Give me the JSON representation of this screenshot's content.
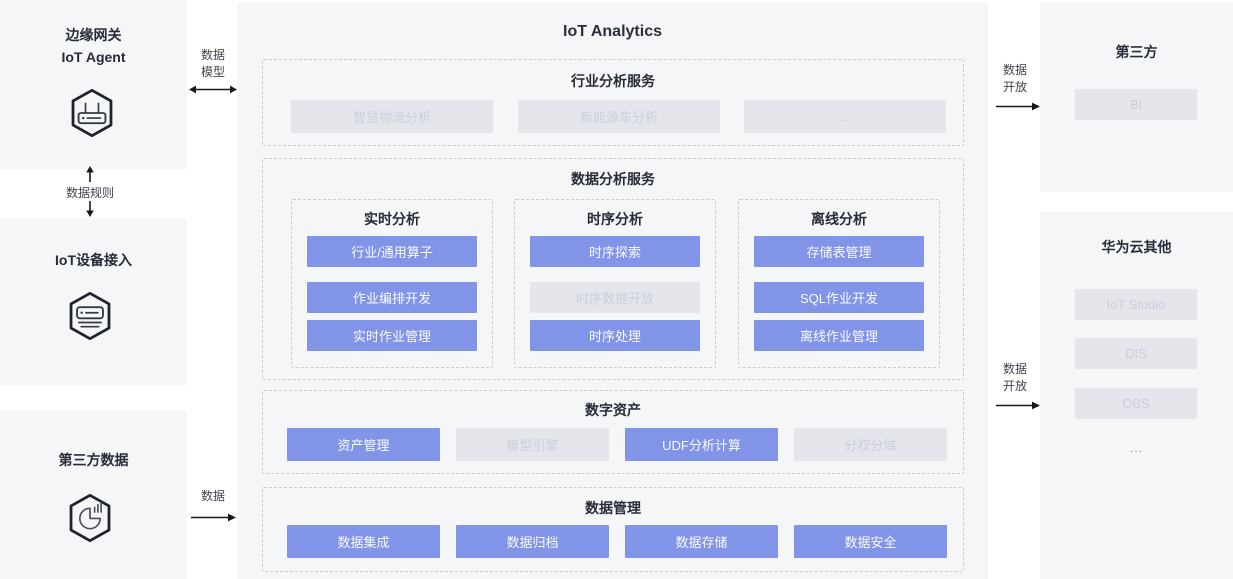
{
  "colors": {
    "panel_bg": "#f5f6f8",
    "blue_button_bg": "#8194e8",
    "blue_button_text": "#f4f6ff",
    "gray_button_bg": "#e4e6eb",
    "gray_button_text": "#c9cfdb",
    "dashed_border": "#c9ccd4",
    "title_text": "#272c39",
    "arrow_color": "#17181b"
  },
  "left_column": {
    "edge_gateway": {
      "title_line1": "边缘网关",
      "title_line2": "IoT Agent",
      "icon": "gateway-hexagon-icon"
    },
    "device_access": {
      "title": "IoT设备接入",
      "icon": "device-hexagon-icon"
    },
    "third_party_data": {
      "title": "第三方数据",
      "icon": "pie-chart-hexagon-icon"
    }
  },
  "connectors": {
    "data_rule": {
      "label": "数据规则",
      "type": "vertical-double-arrow"
    },
    "data_model": {
      "line1": "数据",
      "line2": "模型",
      "type": "horizontal-double-arrow"
    },
    "data_in": {
      "label": "数据",
      "type": "right-arrow"
    },
    "data_open_top": {
      "line1": "数据",
      "line2": "开放",
      "type": "right-arrow"
    },
    "data_open_bottom": {
      "line1": "数据",
      "line2": "开放",
      "type": "right-arrow"
    }
  },
  "main_panel": {
    "title": "IoT Analytics",
    "industry_section": {
      "title": "行业分析服务",
      "buttons": [
        {
          "label": "智慧物流分析",
          "style": "gray"
        },
        {
          "label": "新能源车分析",
          "style": "gray"
        },
        {
          "label": "...",
          "style": "gray"
        }
      ]
    },
    "analysis_section": {
      "title": "数据分析服务",
      "groups": [
        {
          "title": "实时分析",
          "buttons": [
            {
              "label": "行业/通用算子",
              "style": "blue"
            },
            {
              "label": "作业编排开发",
              "style": "blue"
            },
            {
              "label": "实时作业管理",
              "style": "blue"
            }
          ]
        },
        {
          "title": "时序分析",
          "buttons": [
            {
              "label": "时序探索",
              "style": "blue"
            },
            {
              "label": "时序数据开放",
              "style": "gray"
            },
            {
              "label": "时序处理",
              "style": "blue"
            }
          ]
        },
        {
          "title": "离线分析",
          "buttons": [
            {
              "label": "存储表管理",
              "style": "blue"
            },
            {
              "label": "SQL作业开发",
              "style": "blue"
            },
            {
              "label": "离线作业管理",
              "style": "blue"
            }
          ]
        }
      ]
    },
    "asset_section": {
      "title": "数字资产",
      "buttons": [
        {
          "label": "资产管理",
          "style": "blue"
        },
        {
          "label": "模型引擎",
          "style": "gray"
        },
        {
          "label": "UDF分析计算",
          "style": "blue"
        },
        {
          "label": "分权分域",
          "style": "gray"
        }
      ]
    },
    "management_section": {
      "title": "数据管理",
      "buttons": [
        {
          "label": "数据集成",
          "style": "blue"
        },
        {
          "label": "数据归档",
          "style": "blue"
        },
        {
          "label": "数据存储",
          "style": "blue"
        },
        {
          "label": "数据安全",
          "style": "blue"
        }
      ]
    }
  },
  "right_column": {
    "third_party": {
      "title": "第三方",
      "buttons": [
        {
          "label": "BI",
          "style": "gray"
        }
      ]
    },
    "huawei_cloud_other": {
      "title": "华为云其他",
      "buttons": [
        {
          "label": "IoT Studio",
          "style": "gray"
        },
        {
          "label": "DIS",
          "style": "gray"
        },
        {
          "label": "OBS",
          "style": "gray"
        }
      ],
      "more_label": "..."
    }
  }
}
